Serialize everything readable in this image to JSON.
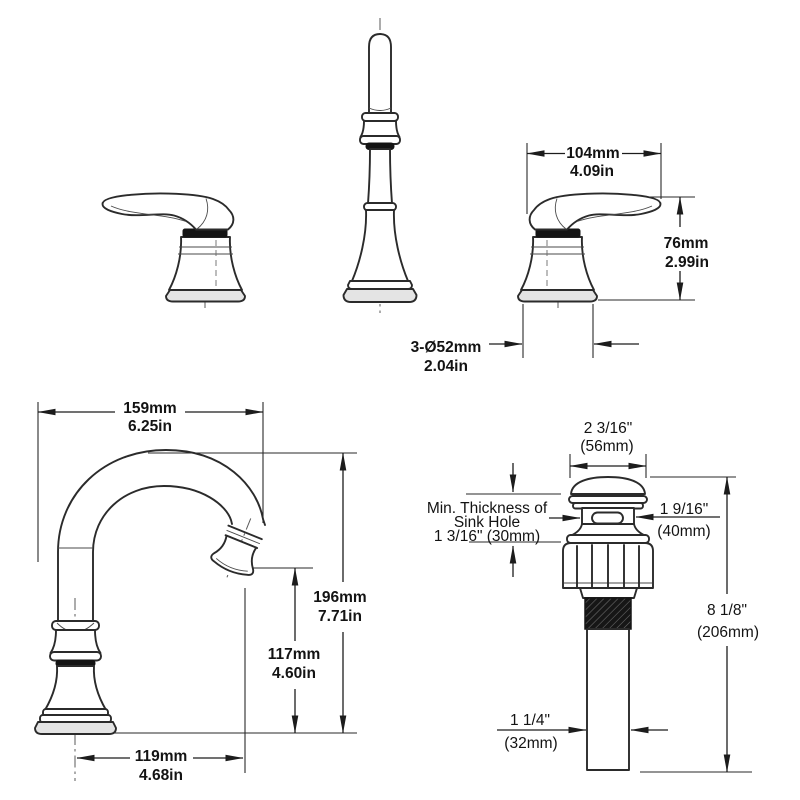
{
  "diagram_title": "faucet-and-drain-dimension-diagram",
  "colors": {
    "background": "#ffffff",
    "line": "#2b2b2b",
    "dimension_line": "#1c1c1c",
    "text": "#131313",
    "thread_fill": "#161616",
    "shade_fill": "#e4e4e4"
  },
  "handle_dims": {
    "width_mm": "104mm",
    "width_in": "4.09in",
    "height_mm": "76mm",
    "height_in": "2.99in",
    "holes_mm": "3-Ø52mm",
    "holes_in": "2.04in"
  },
  "spout_dims": {
    "reach_mm": "159mm",
    "reach_in": "6.25in",
    "height_mm": "196mm",
    "height_in": "7.71in",
    "outlet_height_mm": "117mm",
    "outlet_height_in": "4.60in",
    "outlet_reach_mm": "119mm",
    "outlet_reach_in": "4.68in"
  },
  "drain_dims": {
    "cap_width_in": "2 3/16\"",
    "cap_width_mm": "(56mm)",
    "body_width_in": "1 9/16\"",
    "body_width_mm": "(40mm)",
    "sink_hole_note_1": "Min. Thickness of",
    "sink_hole_note_2": "Sink Hole",
    "sink_hole_note_3": "1 3/16\" (30mm)",
    "overall_length_in": "8 1/8\"",
    "overall_length_mm": "(206mm)",
    "pipe_diameter_in": "1 1/4\"",
    "pipe_diameter_mm": "(32mm)"
  }
}
